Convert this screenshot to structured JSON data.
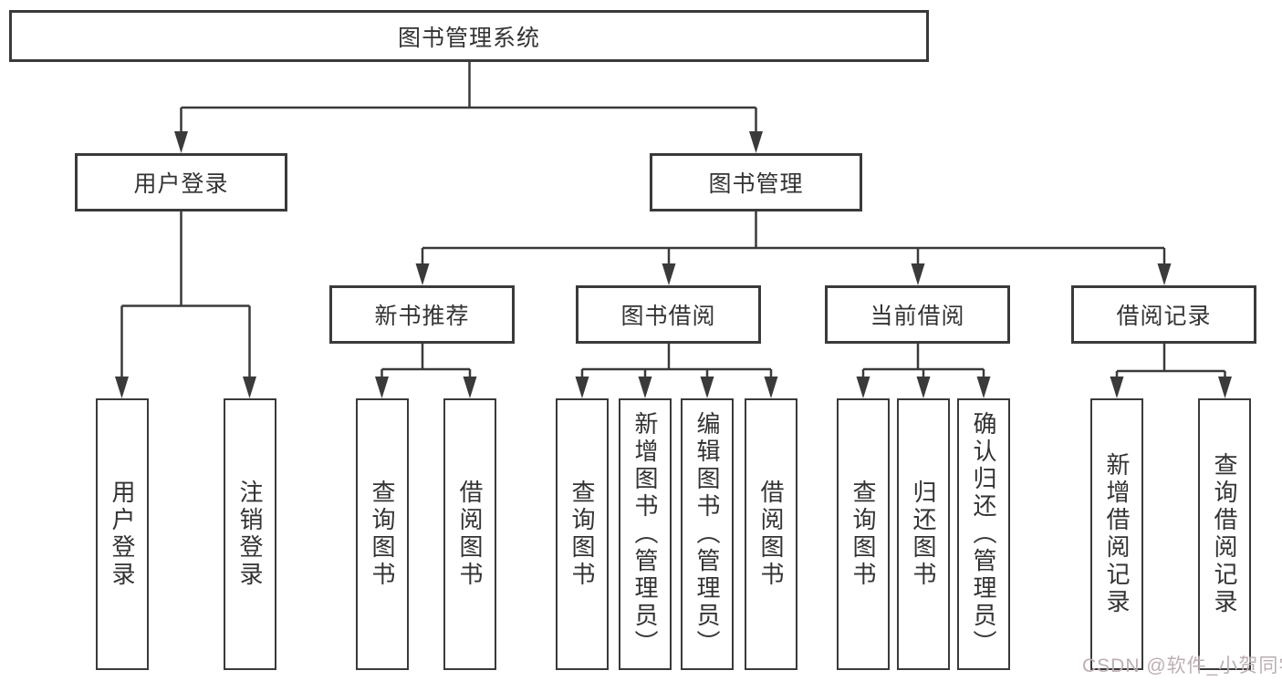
{
  "diagram": {
    "root": {
      "label": "图书管理系统"
    },
    "level2": [
      {
        "label": "用户登录"
      },
      {
        "label": "图书管理"
      }
    ],
    "level3": [
      {
        "label": "新书推荐"
      },
      {
        "label": "图书借阅"
      },
      {
        "label": "当前借阅"
      },
      {
        "label": "借阅记录"
      }
    ],
    "leaves": {
      "user_login": [
        "用户登录",
        "注销登录"
      ],
      "new_book_recommend": [
        "查询图书",
        "借阅图书"
      ],
      "book_borrow": [
        "查询图书",
        "新增图书（管理员）",
        "编辑图书（管理员）",
        "借阅图书"
      ],
      "current_borrow": [
        "查询图书",
        "归还图书",
        "确认归还（管理员）"
      ],
      "borrow_records": [
        "新增借阅记录",
        "查询借阅记录"
      ]
    }
  },
  "watermark": {
    "text": "CSDN @软件_小贺同学"
  },
  "colors": {
    "line": "#3a3a3a",
    "text": "#333333",
    "watermark": "#bdaeb4"
  }
}
